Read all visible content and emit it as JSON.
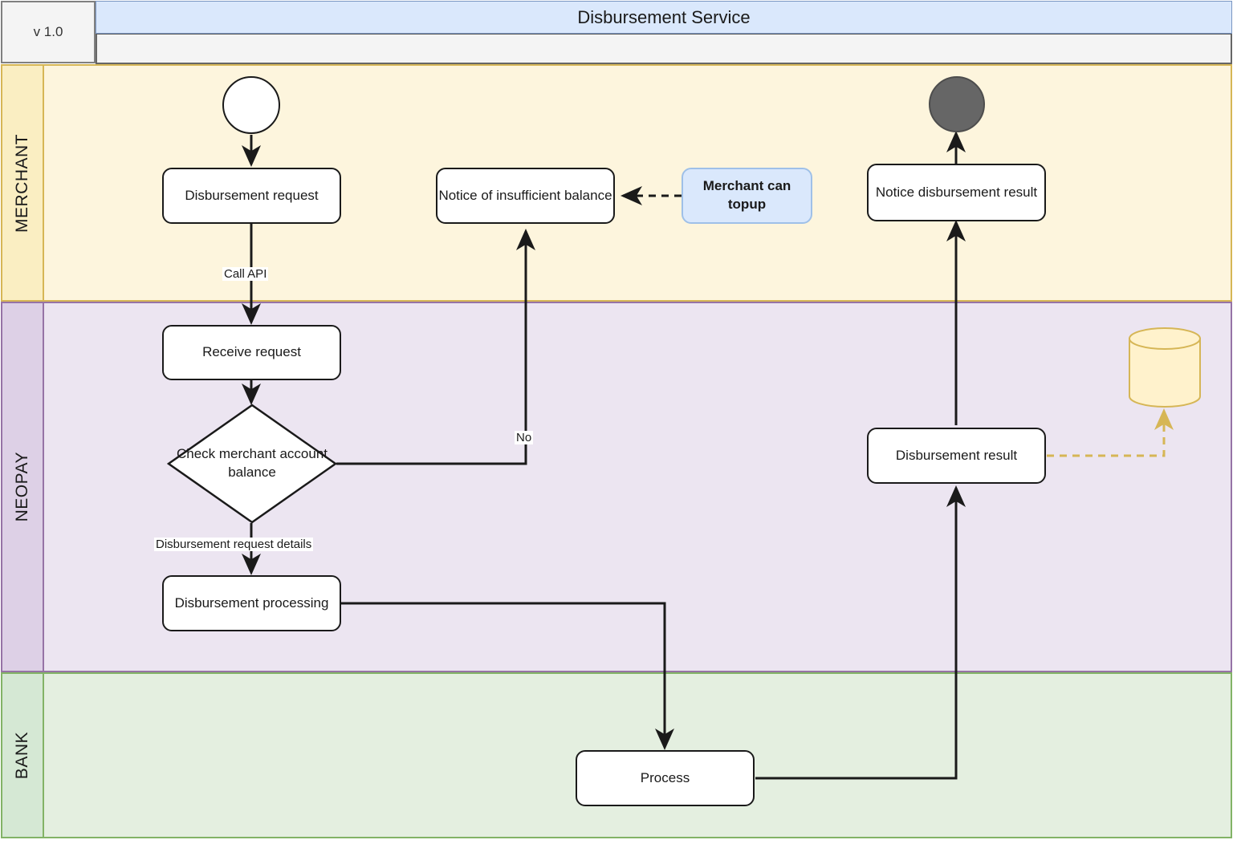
{
  "header": {
    "version": "v 1.0",
    "title": "Disbursement Service"
  },
  "lanes": [
    {
      "id": "merchant",
      "label": "MERCHANT",
      "color": "#fdf5dd",
      "border": "#d6b656"
    },
    {
      "id": "neopay",
      "label": "NEOPAY",
      "color": "#ece5f1",
      "border": "#9673a6"
    },
    {
      "id": "bank",
      "label": "BANK",
      "color": "#e4efe0",
      "border": "#82b366"
    }
  ],
  "nodes": {
    "start": {
      "label": "",
      "type": "start-event",
      "lane": "merchant"
    },
    "disbursement_request": {
      "label": "Disbursement request",
      "type": "process",
      "lane": "merchant"
    },
    "notice_insufficient": {
      "label": "Notice of insufficient balance",
      "type": "process",
      "lane": "merchant"
    },
    "merchant_can_topup": {
      "label": "Merchant can topup",
      "type": "annotation",
      "lane": "merchant",
      "color": "#dae8fc"
    },
    "notice_result": {
      "label": "Notice disbursement result",
      "type": "process",
      "lane": "merchant"
    },
    "end": {
      "label": "",
      "type": "end-event",
      "lane": "merchant",
      "color": "#666666"
    },
    "receive_request": {
      "label": "Receive request",
      "type": "process",
      "lane": "neopay"
    },
    "check_balance": {
      "label": "Check merchant account balance",
      "type": "decision",
      "lane": "neopay"
    },
    "disbursement_processing": {
      "label": "Disbursement processing",
      "type": "process",
      "lane": "neopay"
    },
    "disbursement_result": {
      "label": "Disbursement result",
      "type": "process",
      "lane": "neopay"
    },
    "database": {
      "label": "",
      "type": "datastore",
      "lane": "neopay",
      "color": "#fff2cc"
    },
    "process": {
      "label": "Process",
      "type": "process",
      "lane": "bank"
    }
  },
  "edge_labels": {
    "call_api": "Call API",
    "no": "No",
    "request_details": "Disbursement request details"
  }
}
